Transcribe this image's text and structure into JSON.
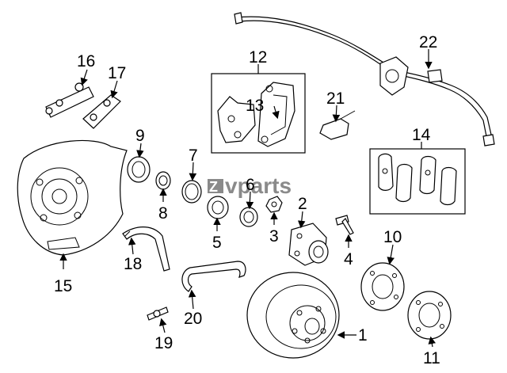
{
  "watermark": {
    "brand": "vparts",
    "mark": "Z"
  },
  "callouts": [
    "1",
    "2",
    "3",
    "4",
    "5",
    "6",
    "7",
    "8",
    "9",
    "10",
    "11",
    "12",
    "13",
    "14",
    "15",
    "16",
    "17",
    "18",
    "19",
    "20",
    "21",
    "22"
  ]
}
